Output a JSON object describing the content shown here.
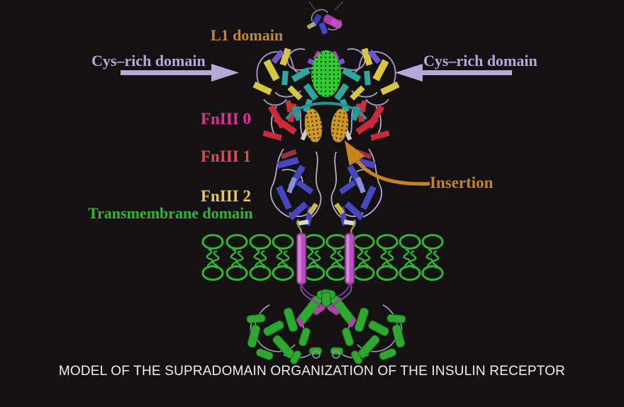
{
  "caption": "MODEL OF THE SUPRADOMAIN ORGANIZATION OF THE INSULIN RECEPTOR",
  "labels": {
    "l1": {
      "text": "L1 domain",
      "color": "#c08a35"
    },
    "cys_left": {
      "text": "Cys–rich domain",
      "color": "#b6a8da"
    },
    "cys_right": {
      "text": "Cys–rich domain",
      "color": "#b6a8da"
    },
    "fniii0": {
      "text": "FnIII 0",
      "color": "#e0309a"
    },
    "fniii1": {
      "text": "FnIII 1",
      "color": "#e04854"
    },
    "fniii2": {
      "text": "FnIII 2",
      "color": "#e8c84e"
    },
    "transmembrane": {
      "text": "Transmembrane domain",
      "color": "#2eb82e"
    },
    "insertion": {
      "text": "Insertion",
      "color": "#c8821e"
    }
  },
  "figure": {
    "description": "Ribbon model of the insulin receptor dimer: insulin at top, ectodomain with binding-site ellipse, two insertion ellipses, lipid bilayer with two transmembrane helices, intracellular kinase domains",
    "colors": {
      "background": "#131111",
      "binding_site_ellipse": "#2ecc2e",
      "insertion_ellipses": "#cc9922",
      "membrane_lipids": "#2eb82e",
      "tm_helices": "#b84cc0",
      "kinase_helices": "#2fa832",
      "arrow_lavender": "#b6a8da",
      "arrow_insertion": "#c8821e"
    }
  }
}
